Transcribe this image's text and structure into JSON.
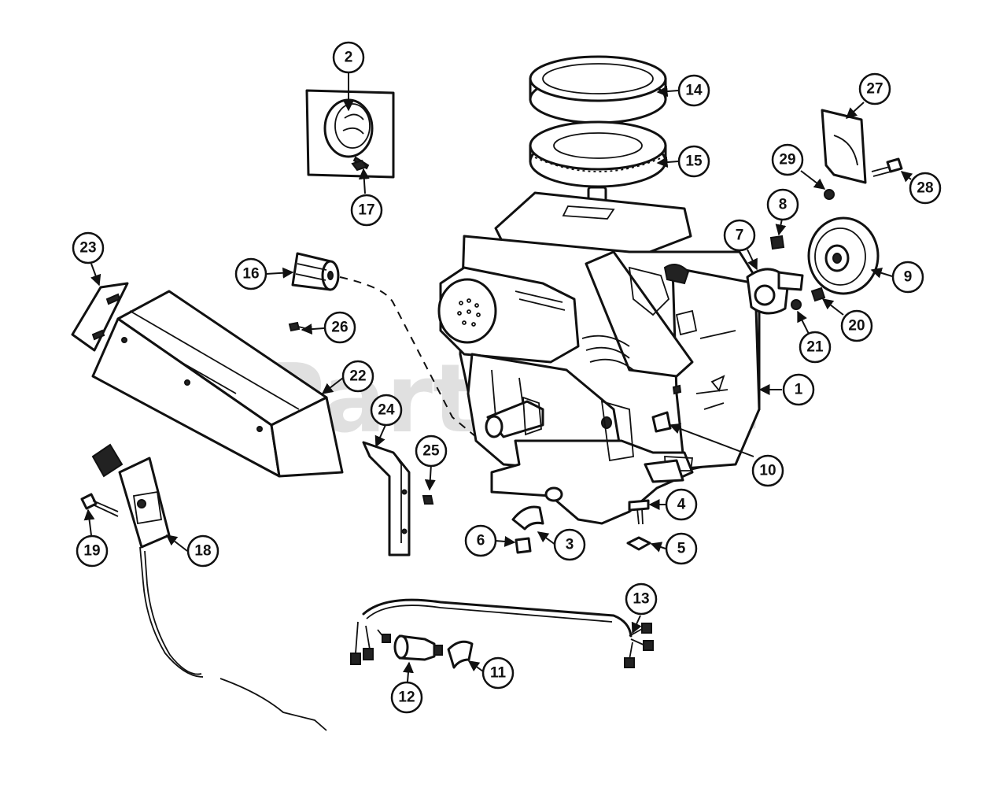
{
  "watermark": {
    "text": "PartsTree",
    "tm": "™"
  },
  "callouts": [
    {
      "id": "1",
      "label": "1"
    },
    {
      "id": "2",
      "label": "2"
    },
    {
      "id": "3",
      "label": "3"
    },
    {
      "id": "4",
      "label": "4"
    },
    {
      "id": "5",
      "label": "5"
    },
    {
      "id": "6",
      "label": "6"
    },
    {
      "id": "7",
      "label": "7"
    },
    {
      "id": "8",
      "label": "8"
    },
    {
      "id": "9",
      "label": "9"
    },
    {
      "id": "10",
      "label": "10"
    },
    {
      "id": "11",
      "label": "11"
    },
    {
      "id": "12",
      "label": "12"
    },
    {
      "id": "13",
      "label": "13"
    },
    {
      "id": "14",
      "label": "14"
    },
    {
      "id": "15",
      "label": "15"
    },
    {
      "id": "16",
      "label": "16"
    },
    {
      "id": "17",
      "label": "17"
    },
    {
      "id": "18",
      "label": "18"
    },
    {
      "id": "19",
      "label": "19"
    },
    {
      "id": "20",
      "label": "20"
    },
    {
      "id": "21",
      "label": "21"
    },
    {
      "id": "22",
      "label": "22"
    },
    {
      "id": "23",
      "label": "23"
    },
    {
      "id": "24",
      "label": "24"
    },
    {
      "id": "25",
      "label": "25"
    },
    {
      "id": "26",
      "label": "26"
    },
    {
      "id": "27",
      "label": "27"
    },
    {
      "id": "28",
      "label": "28"
    },
    {
      "id": "29",
      "label": "29"
    }
  ]
}
